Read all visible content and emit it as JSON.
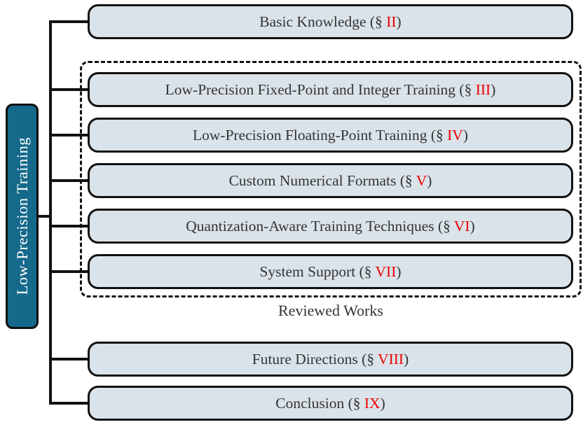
{
  "root": {
    "label": "Low-Precision Training"
  },
  "group": {
    "caption": "Reviewed Works"
  },
  "colors": {
    "box_fill": "#dae3e9",
    "root_fill": "#15698b",
    "section_red": "#ee0000",
    "text": "#343434",
    "line": "#111111"
  },
  "boxes": [
    {
      "name": "basic-knowledge",
      "prefix": "Basic Knowledge (§ ",
      "section": "II",
      "suffix": ")"
    },
    {
      "name": "fixed-point-integer",
      "prefix": "Low-Precision Fixed-Point and Integer Training (§ ",
      "section": "III",
      "suffix": ")"
    },
    {
      "name": "floating-point",
      "prefix": "Low-Precision Floating-Point Training (§ ",
      "section": "IV",
      "suffix": ")"
    },
    {
      "name": "custom-formats",
      "prefix": "Custom Numerical Formats (§ ",
      "section": "V",
      "suffix": ")"
    },
    {
      "name": "quantization-aware",
      "prefix": "Quantization-Aware Training Techniques (§ ",
      "section": "VI",
      "suffix": ")"
    },
    {
      "name": "system-support",
      "prefix": "System Support (§ ",
      "section": "VII",
      "suffix": ")"
    },
    {
      "name": "future-directions",
      "prefix": "Future Directions (§ ",
      "section": "VIII",
      "suffix": ")"
    },
    {
      "name": "conclusion",
      "prefix": "Conclusion (§ ",
      "section": "IX",
      "suffix": ")"
    }
  ]
}
